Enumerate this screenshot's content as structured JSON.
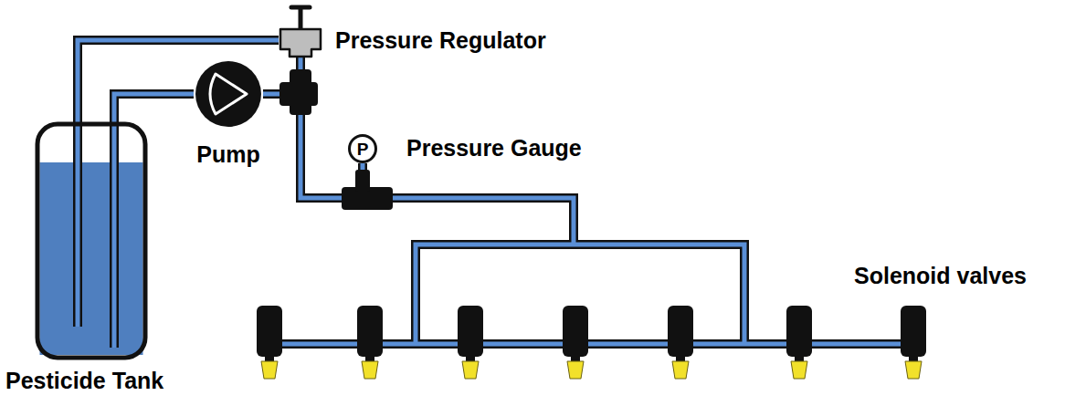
{
  "diagram": {
    "nodes": [
      {
        "text": [
          "Pesticide Tank"
        ]
      },
      {
        "text": [
          "Pump"
        ]
      },
      {
        "text": [
          "Pressure Regulator"
        ]
      },
      {
        "text": [
          "P",
          "Pressure Gauge"
        ]
      },
      {
        "text": [
          "Solenoid valves"
        ]
      }
    ],
    "edges": [
      {
        "from": 0,
        "to": 1,
        "arrow": "none"
      },
      {
        "from": 1,
        "to": 2,
        "arrow": "none"
      },
      {
        "from": 2,
        "to": 0,
        "arrow": "none"
      },
      {
        "from": 1,
        "to": 3,
        "arrow": "none"
      },
      {
        "from": 3,
        "to": 4,
        "arrow": "none"
      }
    ]
  }
}
